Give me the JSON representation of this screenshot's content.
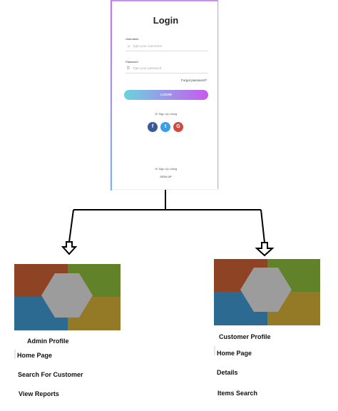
{
  "login": {
    "title": "Login",
    "username_label": "Username",
    "username_placeholder": "Type your username",
    "password_label": "Password",
    "password_placeholder": "Type your password",
    "forgot": "Forgot password?",
    "button": "LOGIN",
    "social_caption": "Or Sign Up Using",
    "social": [
      {
        "letter": "f",
        "color": "#3b5998"
      },
      {
        "letter": "t",
        "color": "#3a9ee8"
      },
      {
        "letter": "G",
        "color": "#d24a3e"
      }
    ],
    "signup_caption": "Or Sign Up Using",
    "signup": "SIGN UP"
  },
  "admin": {
    "title": "Admin Profile",
    "items": [
      "Home Page",
      "Search For Customer",
      "View Reports"
    ]
  },
  "customer": {
    "title": "Customer Profile",
    "items": [
      "Home Page",
      "Details",
      "Items Search"
    ]
  },
  "colors": {
    "q_red": "#8e4424",
    "q_green": "#62822a",
    "q_blue": "#2c6a92",
    "q_gold": "#947a26",
    "hex_gray": "#9c9c9c"
  }
}
